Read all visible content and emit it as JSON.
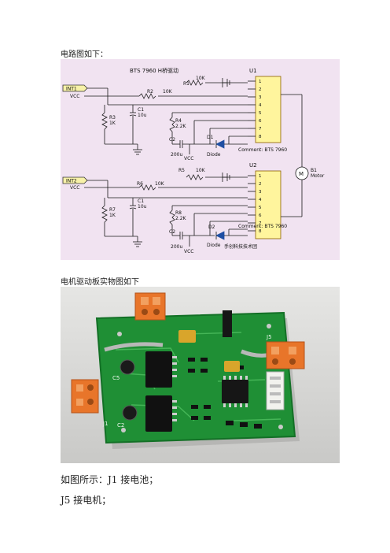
{
  "captions": {
    "schematic": "电路图如下：",
    "photo": "电机驱动板实物图如下"
  },
  "paragraphs": [
    "如图所示：J1 接电池；",
    "J5 接电机；"
  ],
  "schematic": {
    "title": "BTS 7960 H桥驱动",
    "net_labels": [
      "INT1",
      "INT2"
    ],
    "supply": "VCC",
    "top": {
      "chip": "U1",
      "comment": "Comment: BTS 7960",
      "pins": [
        "1",
        "2",
        "3",
        "4",
        "5",
        "6",
        "7",
        "8"
      ],
      "r1": "R1",
      "r1_val": "10K",
      "r2": "R2",
      "r2_val": "10K",
      "r3": "R3",
      "r3_val": "1K",
      "r4": "R4",
      "r4_val": "2.2K",
      "c1": "C1",
      "c1_val": "10u",
      "c2": "C2",
      "c2_val": "200u",
      "d": "D1",
      "d_val": "Diode"
    },
    "bottom": {
      "chip": "U2",
      "comment": "Comment: BTS 7960",
      "pins": [
        "1",
        "2",
        "3",
        "4",
        "5",
        "6",
        "7",
        "8"
      ],
      "r5": "R5",
      "r5_val": "10K",
      "r6": "R6",
      "r6_val": "10K",
      "r7": "R7",
      "r7_val": "1K",
      "r8": "R8",
      "r8_val": "2.2K",
      "c1": "C1",
      "c1_val": "10u",
      "c2": "C2",
      "c2_val": "200u",
      "d": "D2",
      "d_val": "Diode"
    },
    "motor": {
      "ref": "B1",
      "label": "Motor",
      "symbol": "M"
    },
    "watermark": "手创科技技术团"
  },
  "board": {
    "silkscreen": [
      "J1",
      "J5",
      "C5",
      "C2"
    ],
    "colors": {
      "pcb": "#1f8f35",
      "terminal": "#e8752a",
      "background": "#d7d7d5"
    }
  }
}
